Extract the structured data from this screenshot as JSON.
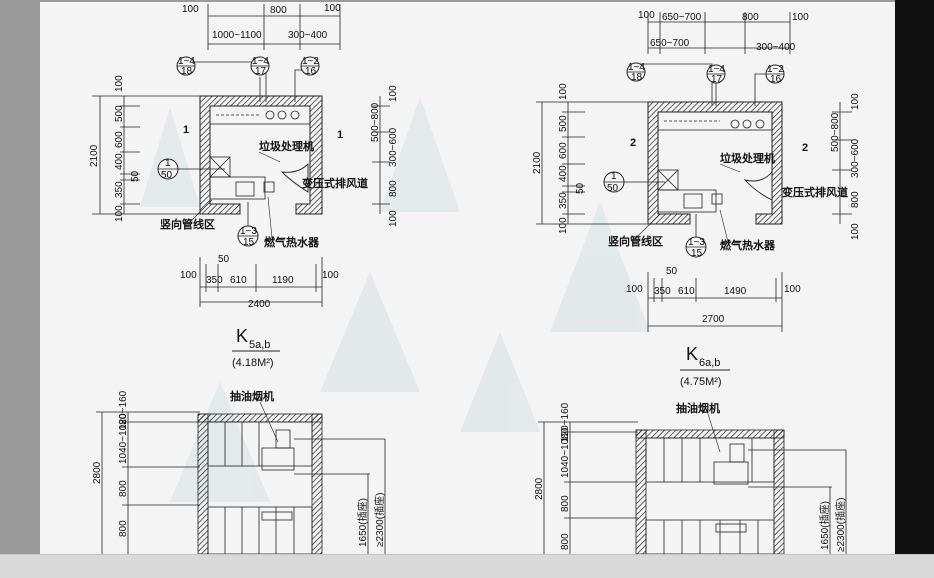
{
  "plans": [
    {
      "id": "k5",
      "top_dims": {
        "d1": "100",
        "d2": "800",
        "d3": "100",
        "d4": "1000~1100",
        "d5": "300~400"
      },
      "circles": [
        {
          "top": "1~4",
          "bottom": "18"
        },
        {
          "top": "1~4",
          "bottom": "17"
        },
        {
          "top": "1~2",
          "bottom": "16"
        },
        {
          "top": "1",
          "bottom": "50"
        },
        {
          "top": "1~3",
          "bottom": "15"
        }
      ],
      "section_marks": [
        "1",
        "1"
      ],
      "left_dims": {
        "total": "2100",
        "a": "100",
        "b": "500",
        "c": "600",
        "d": "400",
        "e": "50",
        "f": "350",
        "g": "100"
      },
      "right_dims": {
        "a": "100",
        "b": "500~800",
        "c": "300~600",
        "d": "800",
        "e": "100"
      },
      "labels": {
        "garbage": "垃圾处理机",
        "vent": "变压式排风道",
        "pipe": "竖向管线区",
        "heater": "燃气热水器"
      },
      "bottom_dims": {
        "a": "100",
        "b": "50",
        "c": "350",
        "d": "610",
        "e": "1190",
        "f": "100",
        "total": "2400"
      },
      "name_main": "K",
      "name_sub": "5a,b",
      "area": "(4.18M²)"
    },
    {
      "id": "k6",
      "top_dims": {
        "d1": "100",
        "d2": "650~700",
        "d3": "800",
        "d4": "100",
        "d5": "650~700",
        "d6": "300~400"
      },
      "circles": [
        {
          "top": "1~4",
          "bottom": "18"
        },
        {
          "top": "1~4",
          "bottom": "17"
        },
        {
          "top": "1~2",
          "bottom": "16"
        },
        {
          "top": "1",
          "bottom": "50"
        },
        {
          "top": "1~3",
          "bottom": "15"
        }
      ],
      "section_marks": [
        "2",
        "2"
      ],
      "left_dims": {
        "total": "2100",
        "a": "100",
        "b": "500",
        "c": "600",
        "d": "400",
        "e": "50",
        "f": "350",
        "g": "100"
      },
      "right_dims": {
        "a": "100",
        "b": "500~800",
        "c": "300~600",
        "d": "800",
        "e": "100"
      },
      "labels": {
        "garbage": "垃圾处理机",
        "vent": "变压式排风道",
        "pipe": "竖向管线区",
        "heater": "燃气热水器"
      },
      "bottom_dims": {
        "a": "100",
        "b": "50",
        "c": "350",
        "d": "610",
        "e": "1490",
        "f": "100",
        "total": "2700"
      },
      "name_main": "K",
      "name_sub": "6a,b",
      "area": "(4.75M²)"
    }
  ],
  "elevations": [
    {
      "hood": "抽油烟机",
      "d_total": "2800",
      "d_a": "120~160",
      "d_b": "1040~1080",
      "d_c": "800",
      "d_d": "800",
      "d_e": "1650(插座)",
      "d_f": "≥2300(插座)"
    },
    {
      "hood": "抽油烟机",
      "d_total": "2800",
      "d_a": "120~160",
      "d_b": "1040~1080",
      "d_c": "800",
      "d_d": "800",
      "d_e": "1650(插座)",
      "d_f": "≥2300(插座)"
    }
  ]
}
